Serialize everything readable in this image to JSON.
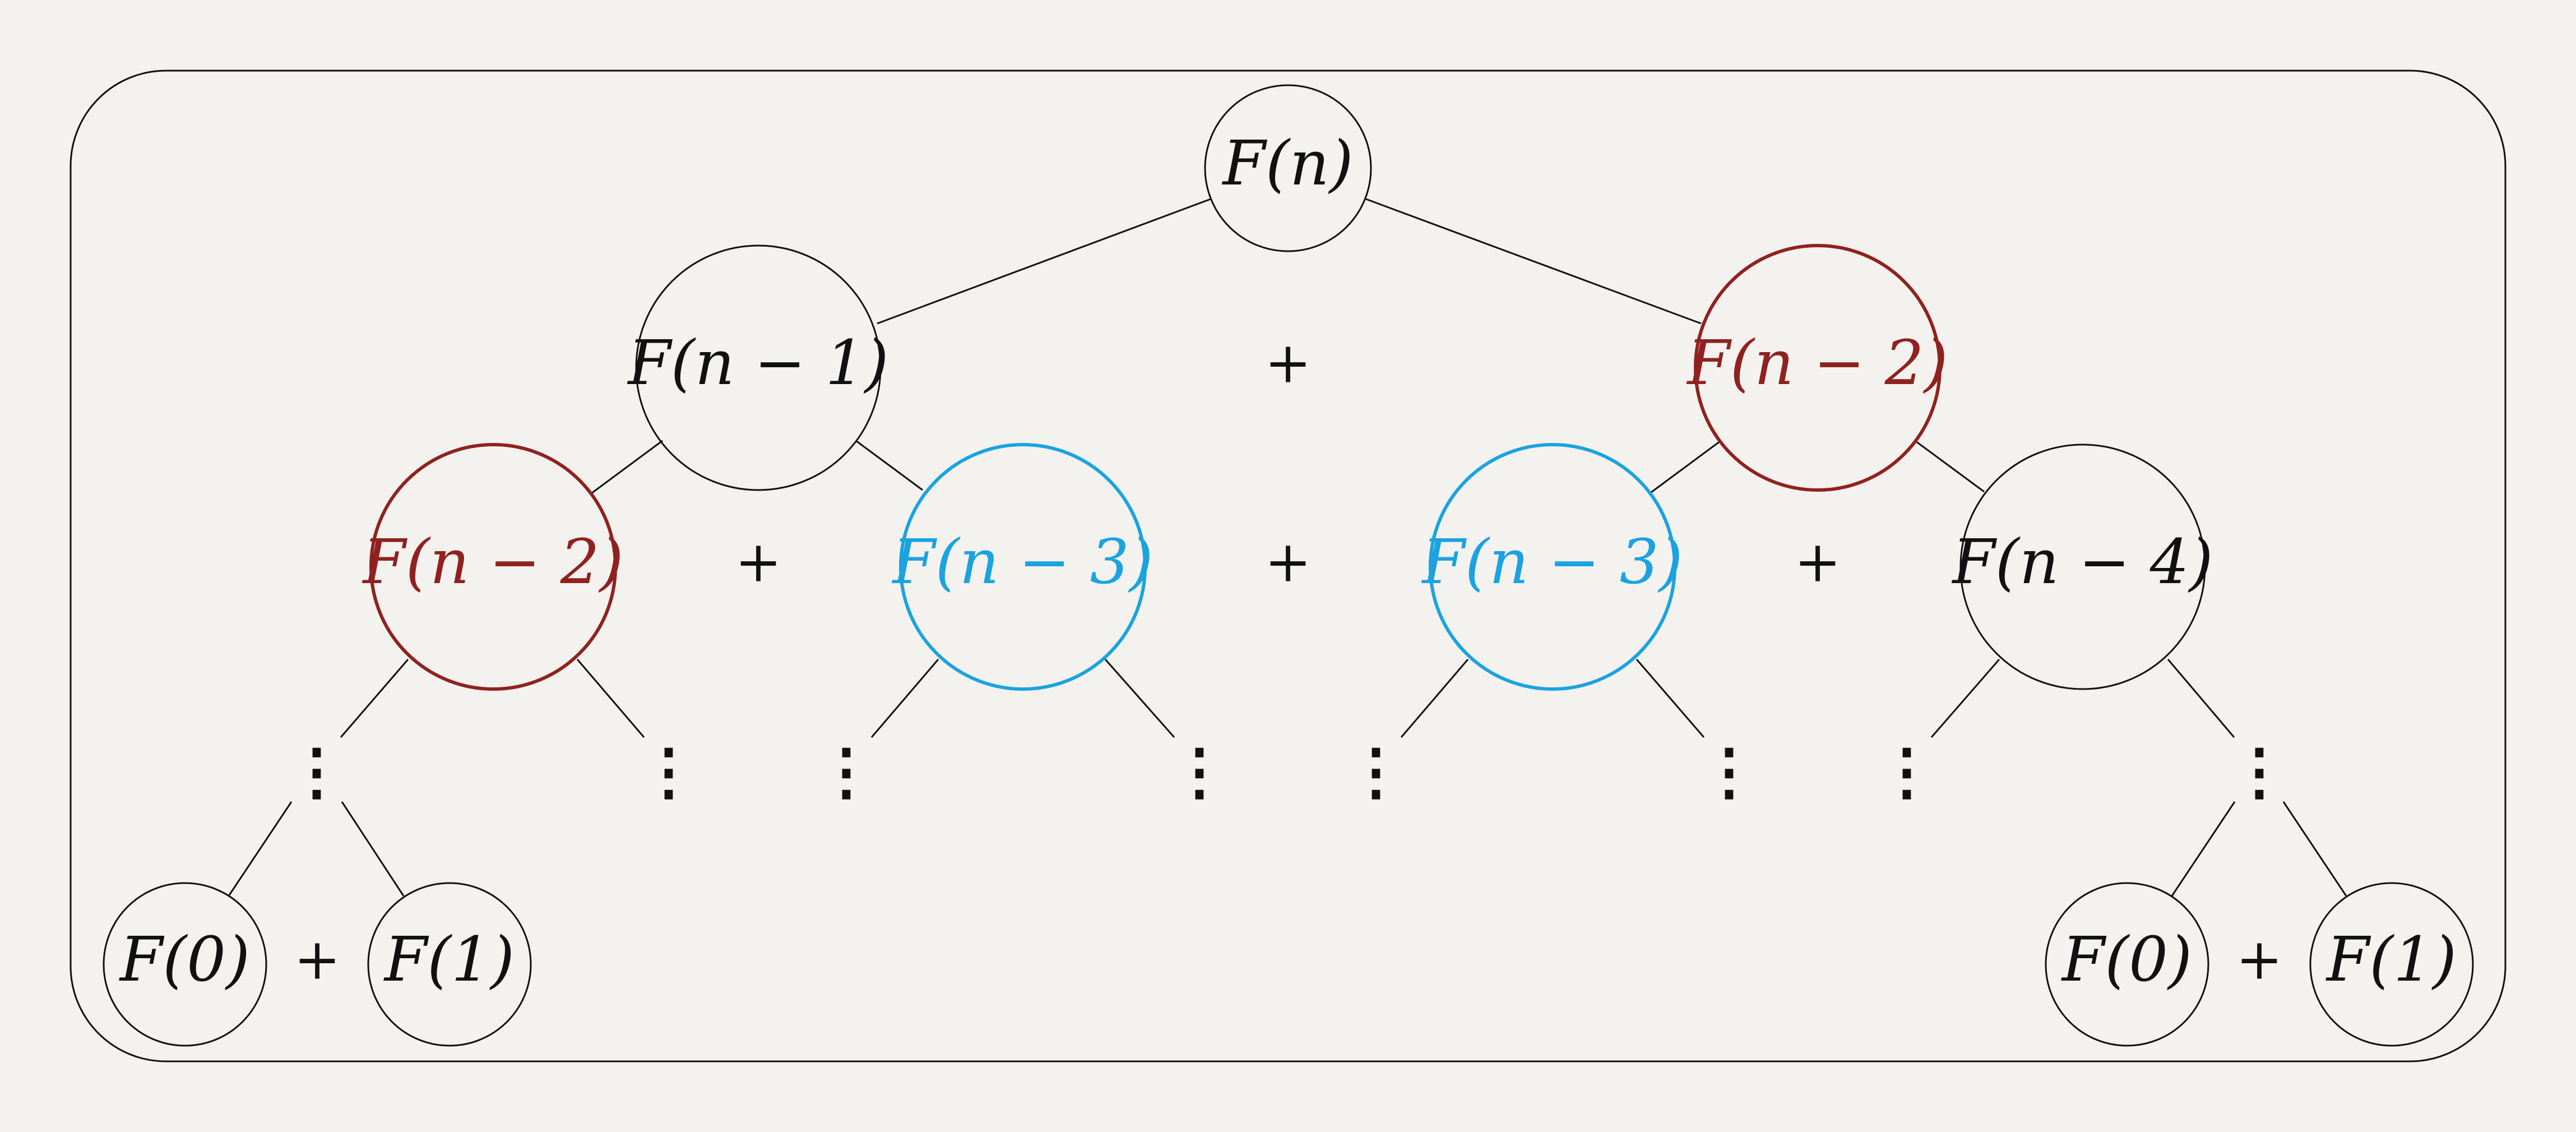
{
  "colors": {
    "background": "#f4f2ee",
    "default": "#111111",
    "red": "#8f2220",
    "blue": "#1aa3e0"
  },
  "nodes": {
    "root": "F(n)",
    "l1_left": "F(n − 1)",
    "l1_right": "F(n − 2)",
    "l2_a": "F(n − 2)",
    "l2_b": "F(n − 3)",
    "l2_c": "F(n − 3)",
    "l2_d": "F(n − 4)",
    "leaf_left_0": "F(0)",
    "leaf_left_1": "F(1)",
    "leaf_right_0": "F(0)",
    "leaf_right_1": "F(1)"
  },
  "operators": {
    "plus_l1": "+",
    "plus_l2_a": "+",
    "plus_l2_b": "+",
    "plus_l2_c": "+",
    "plus_leaf_left": "+",
    "plus_leaf_right": "+"
  },
  "continuation": "⋮"
}
